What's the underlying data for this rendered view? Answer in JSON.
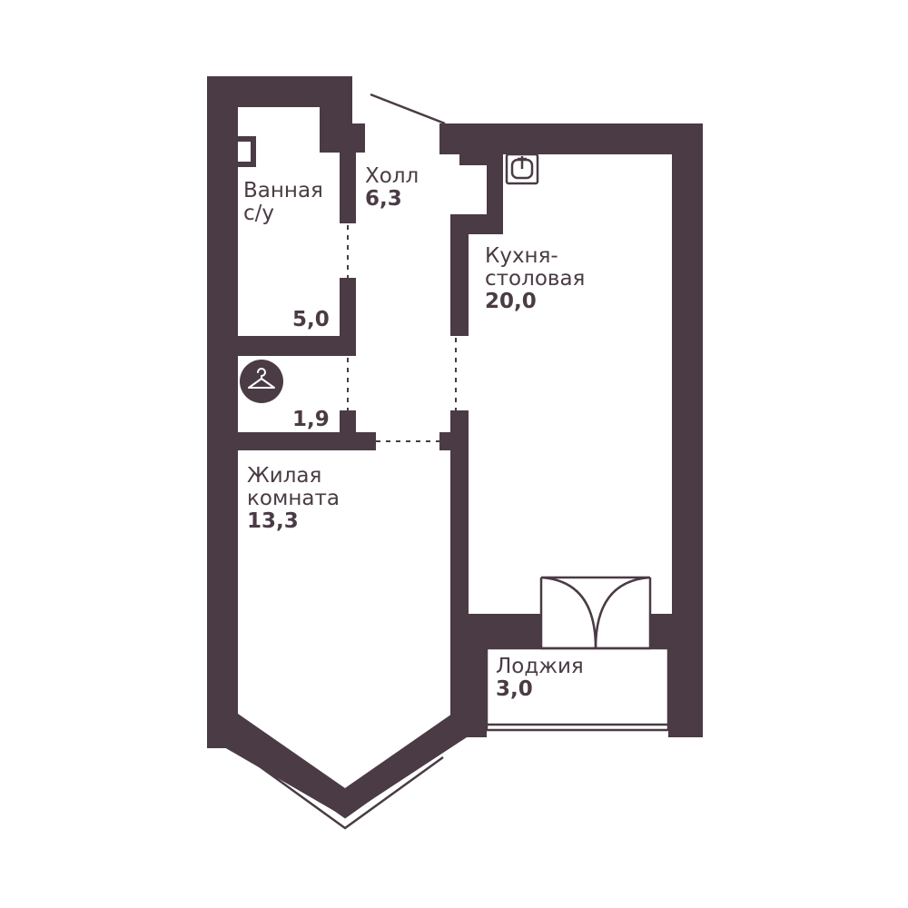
{
  "colors": {
    "wall": "#4a3b45",
    "background": "#ffffff"
  },
  "rooms": {
    "bathroom": {
      "name_line1": "Ванная",
      "name_line2": "с/у",
      "area": "5,0"
    },
    "hall": {
      "name": "Холл",
      "area": "6,3"
    },
    "closet": {
      "icon": "hanger-icon",
      "area": "1,9"
    },
    "kitchen": {
      "name_line1": "Кухня-",
      "name_line2": "столовая",
      "area": "20,0"
    },
    "living": {
      "name_line1": "Жилая",
      "name_line2": "комната",
      "area": "13,3"
    },
    "loggia": {
      "name": "Лоджия",
      "area": "3,0"
    }
  }
}
